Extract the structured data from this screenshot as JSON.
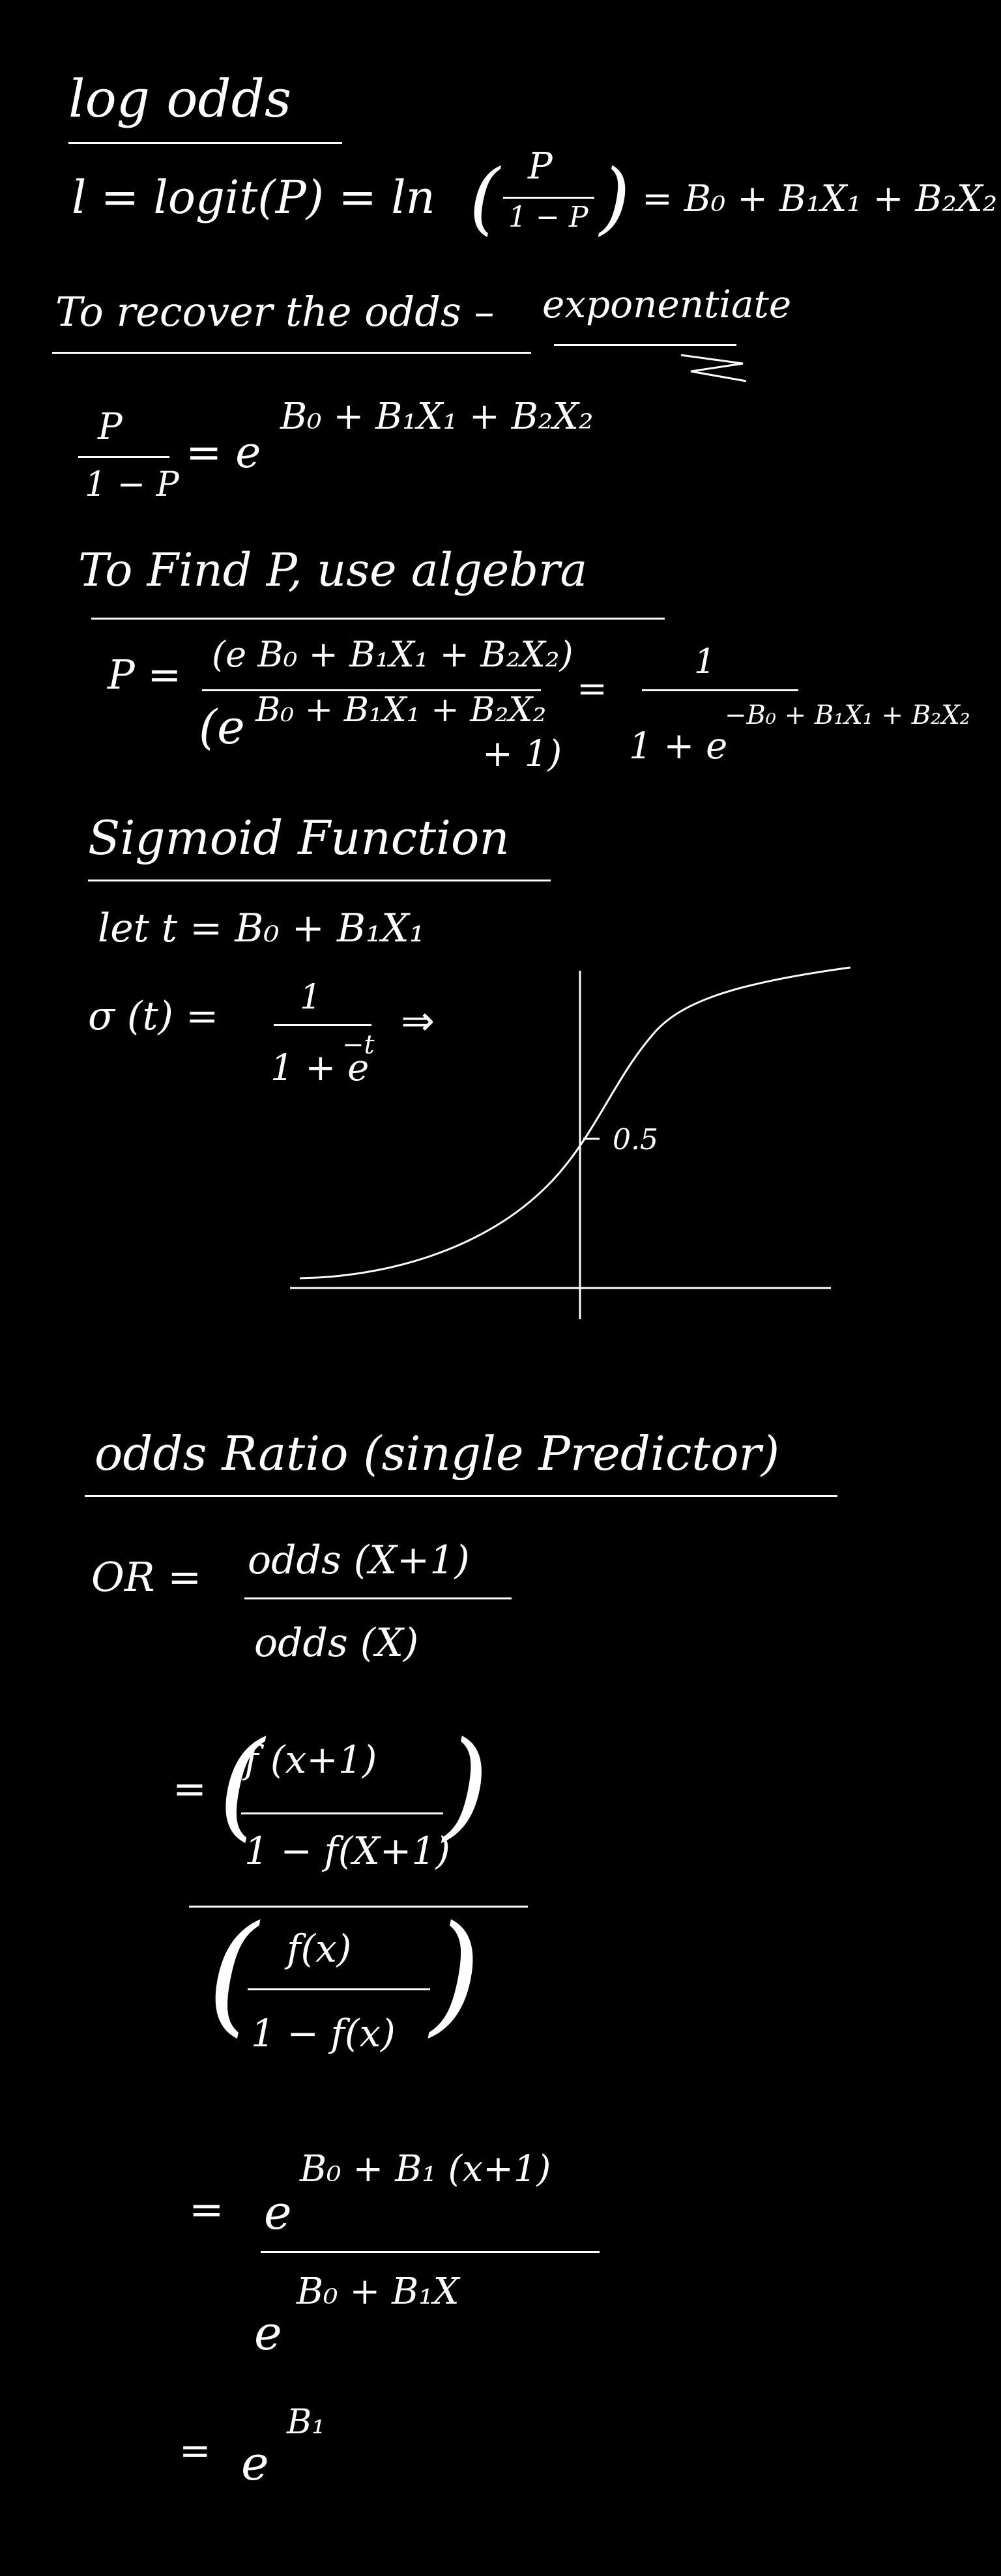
{
  "section_log_odds": {
    "heading": "log odds",
    "equation_lhs": "l = logit(P) = ln",
    "frac_num": "P",
    "frac_den": "1 − P",
    "equation_rhs": "= B₀ + B₁X₁ + B₂X₂"
  },
  "section_recover": {
    "heading_plain": "To recover the odds –",
    "heading_emph": "exponentiate",
    "frac_num": "P",
    "frac_den": "1 − P",
    "equals": "= e",
    "exponent": "B₀ + B₁X₁ + B₂X₂"
  },
  "section_find_p": {
    "heading": "To Find P, use algebra",
    "p_eq": "P =",
    "num": "(e B₀ + B₁X₁ + B₂X₂)",
    "den_base": "(e",
    "den_exp": "B₀ + B₁X₁ + B₂X₂",
    "den_tail": "+ 1)",
    "equals": "=",
    "rhs_num": "1",
    "rhs_den": "1 + e",
    "rhs_exp": "−B₀ + B₁X₁ + B₂X₂"
  },
  "section_sigmoid": {
    "heading": "Sigmoid Function",
    "let_line": "let t = B₀ + B₁X₁",
    "sigma_lhs": "σ (t) =",
    "frac_num": "1",
    "frac_den": "1 + e",
    "frac_exp": "−t",
    "implies": "⇒",
    "graph_label": "0.5"
  },
  "section_odds_ratio": {
    "heading": "odds Ratio (single Predictor)",
    "or_lhs": "OR =",
    "or_num": "odds (X+1)",
    "or_den": "odds (X)",
    "step2_eq": "=",
    "step2_num_top": "f (x+1)",
    "step2_num_bot": "1 − f(X+1)",
    "step2_den_top": "f(x)",
    "step2_den_bot": "1 − f(x)",
    "step3_eq": "=",
    "step3_num_base": "e",
    "step3_num_exp": "B₀ + B₁ (x+1)",
    "step3_den_base": "e",
    "step3_den_exp": "B₀ + B₁X",
    "step4_eq": "=",
    "step4_base": "e",
    "step4_exp": "B₁"
  },
  "colors": {
    "background": "#000000",
    "ink": "#ffffff"
  }
}
